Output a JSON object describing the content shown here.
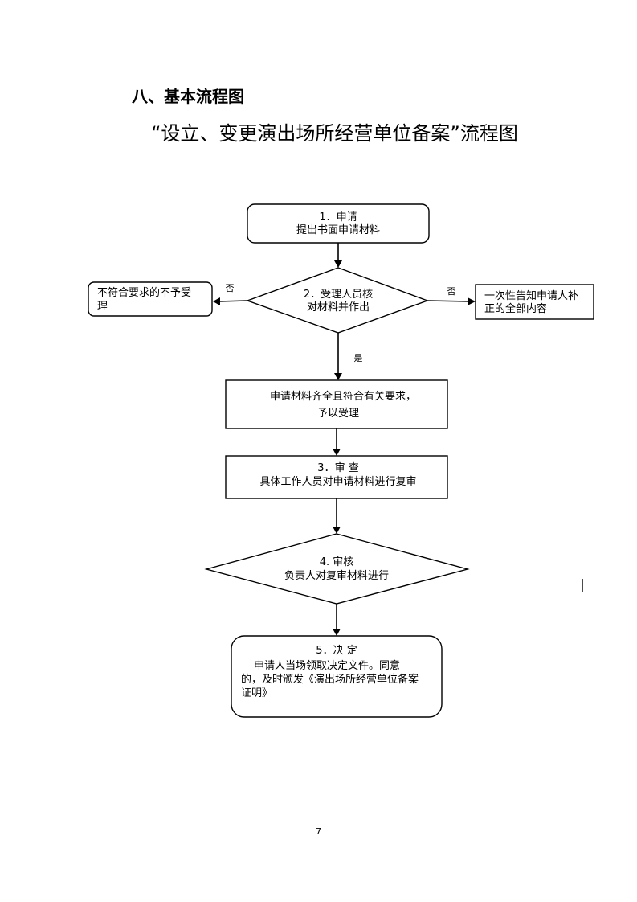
{
  "section_heading": "八、基本流程图",
  "diagram_title": "“设立、变更演出场所经营单位备案”流程图",
  "nodes": {
    "apply": {
      "line1": "1．申请",
      "line2": "提出书面申请材料"
    },
    "accept": {
      "line1": "2．受理人员核",
      "line2": "对材料并作出"
    },
    "reject": {
      "line1": "不符合要求的不予受",
      "line2": "理"
    },
    "notify": {
      "line1": "一次性告知申请人补",
      "line2": "正的全部内容"
    },
    "accepted": {
      "line1": "申请材料齐全且符合有关要求，",
      "line2": "予以受理"
    },
    "review": {
      "line1": "3．审 查",
      "line2": "具体工作人员对申请材料进行复审"
    },
    "approve": {
      "line1": "4. 审核",
      "line2": "负责人对复审材料进行"
    },
    "decide": {
      "line1": "5．决 定",
      "line2": "申请人当场领取决定文件。同意",
      "line3": "的，及时颁发《演出场所经营单位备案",
      "line4": "证明》"
    }
  },
  "edge_labels": {
    "no_left": "否",
    "no_right": "否",
    "yes": "是"
  },
  "page_number": "7"
}
